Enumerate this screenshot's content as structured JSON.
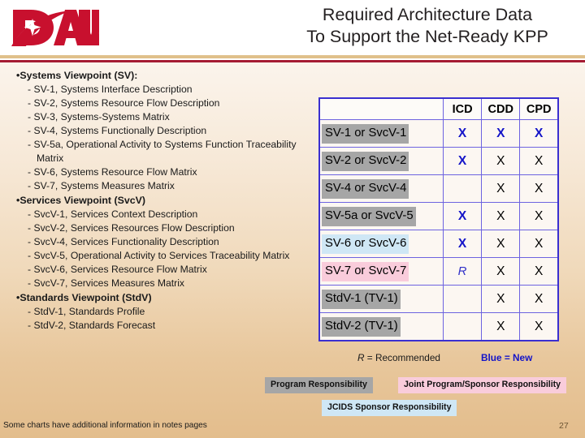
{
  "slide": {
    "title_line1": "Required Architecture Data",
    "title_line2": "To Support the Net-Ready KPP",
    "footnote": "Some charts have additional information in notes pages",
    "page_number": "27",
    "logo_text": "DAU",
    "colors": {
      "brand_red": "#a51b33",
      "rule_gold": "#e0c08a",
      "table_border": "#3a2fd0",
      "new_blue": "#1414c8",
      "chip_gray": "#a6a6a6",
      "chip_pink": "#f9ccdb",
      "chip_blue": "#cfe7f5"
    }
  },
  "bullets": [
    {
      "heading": "Systems Viewpoint (SV):",
      "items": [
        "- SV-1, Systems Interface Description",
        "- SV-2, Systems Resource Flow Description",
        "- SV-3, Systems-Systems Matrix",
        "- SV-4, Systems Functionally Description",
        "- SV-5a, Operational Activity to Systems Function Traceability Matrix",
        "- SV-6, Systems Resource Flow Matrix",
        "- SV-7, Systems Measures Matrix"
      ]
    },
    {
      "heading": "Services Viewpoint (SvcV)",
      "items": [
        "- SvcV-1, Services Context Description",
        "- SvcV-2, Services Resources Flow Description",
        "- SvcV-4, Services Functionality Description",
        "- SvcV-5, Operational Activity to Services Traceability Matrix",
        "- SvcV-6, Services Resource Flow Matrix",
        "- SvcV-7, Services Measures Matrix"
      ]
    },
    {
      "heading": "Standards Viewpoint (StdV)",
      "items": [
        "- StdV-1, Standards Profile",
        "- StdV-2, Standards Forecast"
      ]
    }
  ],
  "matrix": {
    "columns": [
      "",
      "ICD",
      "CDD",
      "CPD"
    ],
    "rows": [
      {
        "label": "SV-1 or SvcV-1",
        "highlight": "gray",
        "cells": [
          "X",
          "X",
          "X"
        ],
        "styles": [
          "xb",
          "xb",
          "xb"
        ]
      },
      {
        "label": "SV-2 or SvcV-2",
        "highlight": "gray",
        "cells": [
          "X",
          "X",
          "X"
        ],
        "styles": [
          "xb",
          "xk",
          "xk"
        ]
      },
      {
        "label": "SV-4 or SvcV-4",
        "highlight": "gray",
        "cells": [
          "",
          "X",
          "X"
        ],
        "styles": [
          "none",
          "xk",
          "xk"
        ]
      },
      {
        "label": "SV-5a or SvcV-5",
        "highlight": "gray",
        "cells": [
          "X",
          "X",
          "X"
        ],
        "styles": [
          "xb",
          "xk",
          "xk"
        ]
      },
      {
        "label": "SV-6 or SvcV-6",
        "highlight": "blue",
        "cells": [
          "X",
          "X",
          "X"
        ],
        "styles": [
          "xb",
          "xk",
          "xk"
        ]
      },
      {
        "label": "SV-7 or SvcV-7",
        "highlight": "pink",
        "cells": [
          "R",
          "X",
          "X"
        ],
        "styles": [
          "rr",
          "xk",
          "xk"
        ]
      },
      {
        "label": "StdV-1 (TV-1)",
        "highlight": "gray",
        "cells": [
          "",
          "X",
          "X"
        ],
        "styles": [
          "none",
          "xk",
          "xk"
        ]
      },
      {
        "label": "StdV-2 (TV-1)",
        "highlight": "gray",
        "cells": [
          "",
          "X",
          "X"
        ],
        "styles": [
          "none",
          "xk",
          "xk"
        ]
      }
    ]
  },
  "legend": {
    "recommended_key": "R",
    "recommended_text": " = Recommended",
    "new_text": "Blue = New",
    "chips": [
      {
        "label": "Program Responsibility",
        "color": "gray"
      },
      {
        "label": "Joint Program/Sponsor Responsibility",
        "color": "pink"
      },
      {
        "label": "JCIDS Sponsor Responsibility",
        "color": "blue"
      }
    ]
  }
}
